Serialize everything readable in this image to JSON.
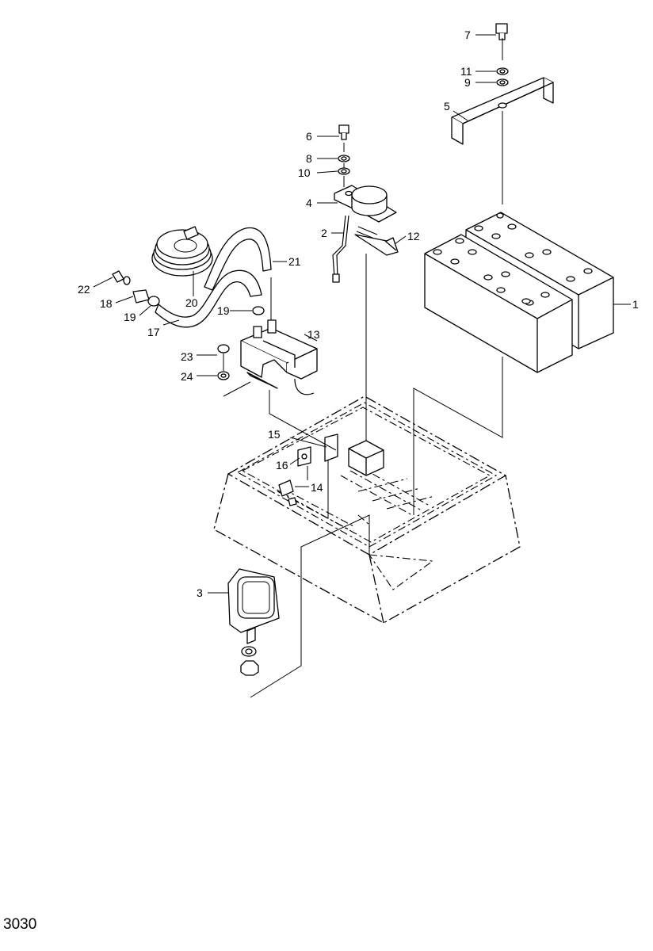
{
  "figure_number": "3030",
  "callouts": [
    {
      "id": "c1",
      "label": "1"
    },
    {
      "id": "c2",
      "label": "2"
    },
    {
      "id": "c3",
      "label": "3"
    },
    {
      "id": "c4",
      "label": "4"
    },
    {
      "id": "c5",
      "label": "5"
    },
    {
      "id": "c6",
      "label": "6"
    },
    {
      "id": "c7",
      "label": "7"
    },
    {
      "id": "c8",
      "label": "8"
    },
    {
      "id": "c9",
      "label": "9"
    },
    {
      "id": "c10",
      "label": "10"
    },
    {
      "id": "c11",
      "label": "11"
    },
    {
      "id": "c12",
      "label": "12"
    },
    {
      "id": "c13",
      "label": "13"
    },
    {
      "id": "c14",
      "label": "14"
    },
    {
      "id": "c15",
      "label": "15"
    },
    {
      "id": "c16",
      "label": "16"
    },
    {
      "id": "c17",
      "label": "17"
    },
    {
      "id": "c18",
      "label": "18"
    },
    {
      "id": "c19a",
      "label": "19"
    },
    {
      "id": "c19b",
      "label": "19"
    },
    {
      "id": "c20",
      "label": "20"
    },
    {
      "id": "c21",
      "label": "21"
    },
    {
      "id": "c22",
      "label": "22"
    },
    {
      "id": "c23",
      "label": "23"
    },
    {
      "id": "c24",
      "label": "24"
    }
  ]
}
